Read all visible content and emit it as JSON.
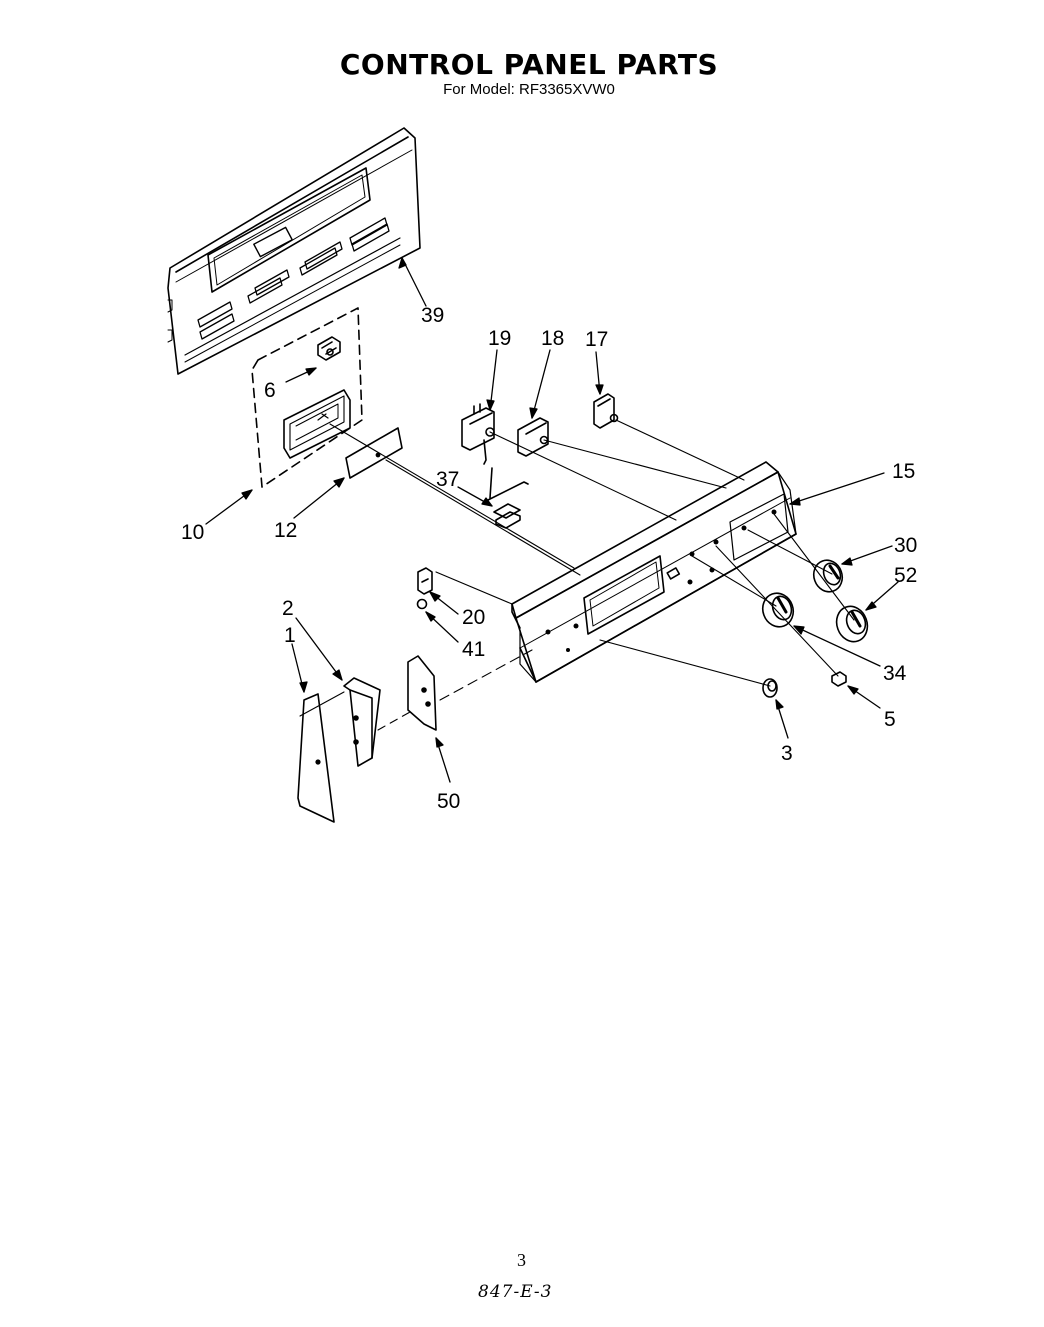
{
  "header": {
    "title": "CONTROL PANEL PARTS",
    "model_prefix": "For Model:",
    "model": "RF3365XVW0"
  },
  "callouts": {
    "p39": "39",
    "p19": "19",
    "p18": "18",
    "p17": "17",
    "p6": "6",
    "p37": "37",
    "p15": "15",
    "p10": "10",
    "p12": "12",
    "p30": "30",
    "p52": "52",
    "p2": "2",
    "p1": "1",
    "p20": "20",
    "p41": "41",
    "p34": "34",
    "p5": "5",
    "p3": "3",
    "p50": "50"
  },
  "footer": {
    "page_number": "3",
    "code": "847-E-3"
  }
}
